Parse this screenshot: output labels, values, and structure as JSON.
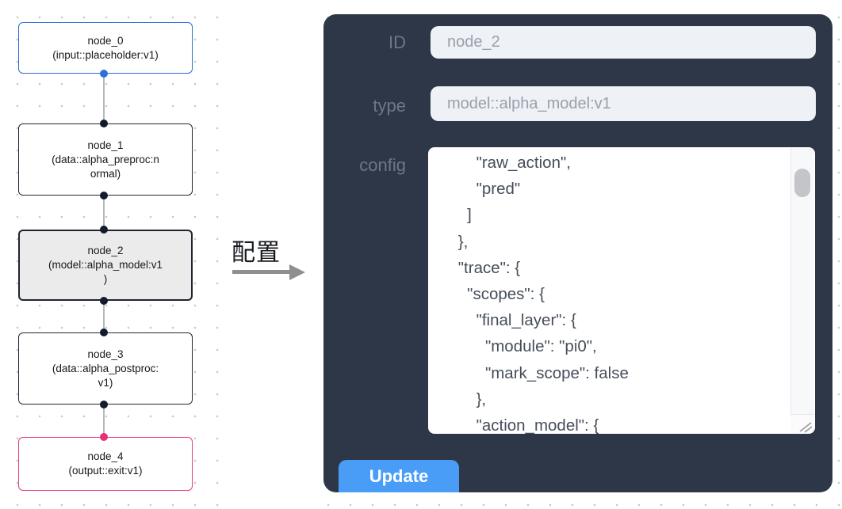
{
  "canvas": {
    "nodes": [
      {
        "id": "node_0",
        "role": "input",
        "lines": [
          "node_0",
          "(input::placeholder:v1)"
        ]
      },
      {
        "id": "node_1",
        "role": "default",
        "lines": [
          "node_1",
          "(data::alpha_preproc:n",
          "ormal)"
        ]
      },
      {
        "id": "node_2",
        "role": "selected",
        "lines": [
          "node_2",
          "(model::alpha_model:v1",
          ")"
        ]
      },
      {
        "id": "node_3",
        "role": "default",
        "lines": [
          "node_3",
          "(data::alpha_postproc:",
          "v1)"
        ]
      },
      {
        "id": "node_4",
        "role": "output",
        "lines": [
          "node_4",
          "(output::exit:v1)"
        ]
      }
    ]
  },
  "transition": {
    "label": "配置"
  },
  "panel": {
    "fields": {
      "id": {
        "label": "ID",
        "value": "node_2"
      },
      "type": {
        "label": "type",
        "value": "model::alpha_model:v1"
      },
      "config": {
        "label": "config",
        "lines": [
          "        \"raw_action\",",
          "        \"pred\"",
          "      ]",
          "    },",
          "    \"trace\": {",
          "      \"scopes\": {",
          "        \"final_layer\": {",
          "          \"module\": \"pi0\",",
          "          \"mark_scope\": false",
          "        },",
          "        \"action_model\": {"
        ]
      }
    },
    "update_button": "Update"
  },
  "colors": {
    "panel_background": "#2d3748",
    "input_node_border": "#2b6cd5",
    "output_node_border": "#ea3d7a",
    "selected_node_background": "#ebebeb",
    "update_button": "#4a9df7",
    "input_handle_dot": "#2f6fd8",
    "output_handle_dot": "#ea2f76"
  }
}
